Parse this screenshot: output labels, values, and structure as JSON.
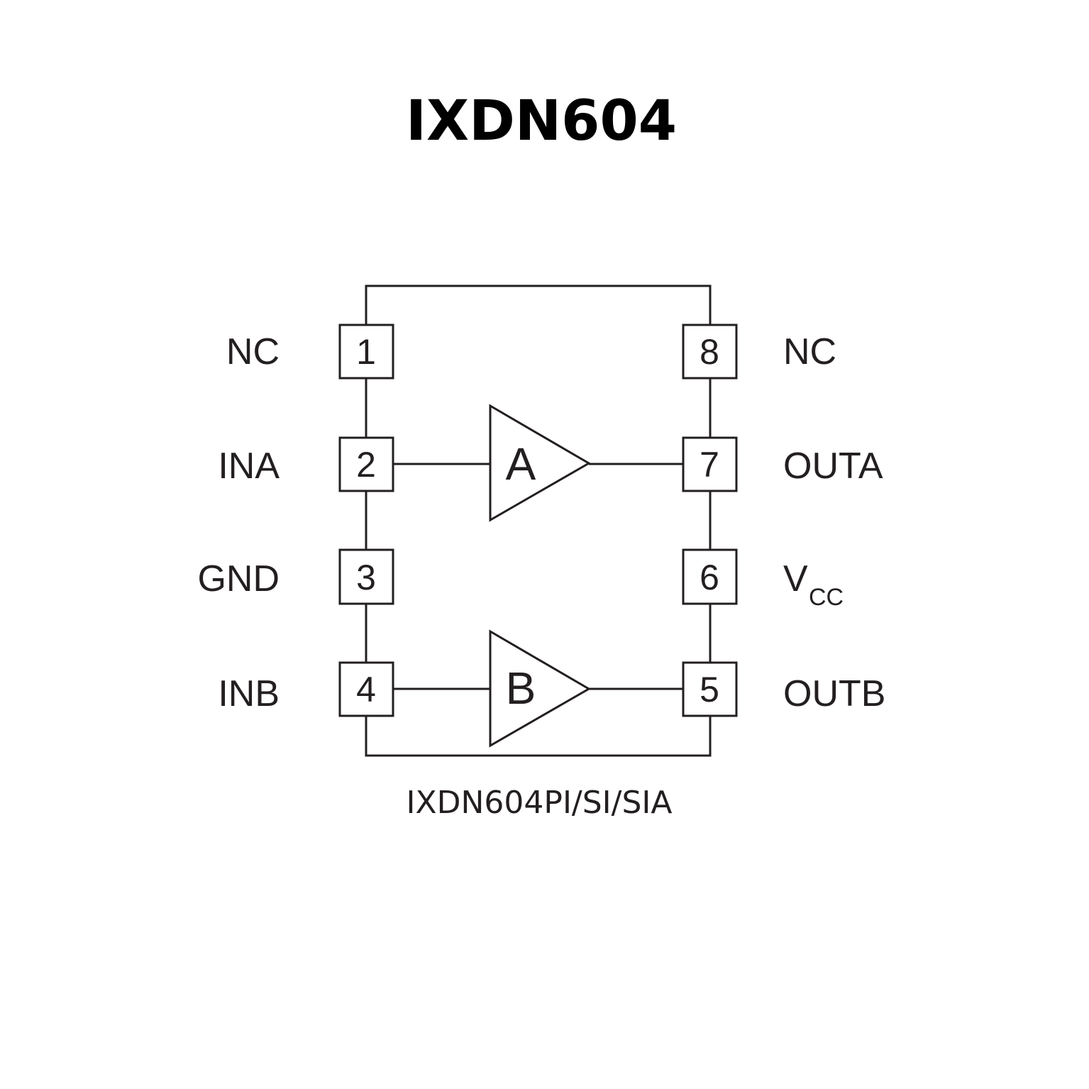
{
  "title": "IXDN604",
  "part_numbers": "IXDN604PI/SI/SIA",
  "pins": [
    {
      "number": "1",
      "name": "NC",
      "side": "left"
    },
    {
      "number": "2",
      "name": "INA",
      "side": "left"
    },
    {
      "number": "3",
      "name": "GND",
      "side": "left"
    },
    {
      "number": "4",
      "name": "INB",
      "side": "left"
    },
    {
      "number": "5",
      "name": "OUTB",
      "side": "right"
    },
    {
      "number": "6",
      "name": "V",
      "subscript": "CC",
      "side": "right"
    },
    {
      "number": "7",
      "name": "OUTA",
      "side": "right"
    },
    {
      "number": "8",
      "name": "NC",
      "side": "right"
    }
  ],
  "drivers": [
    {
      "label": "A",
      "input_pin": "2",
      "output_pin": "7"
    },
    {
      "label": "B",
      "input_pin": "4",
      "output_pin": "5"
    }
  ]
}
